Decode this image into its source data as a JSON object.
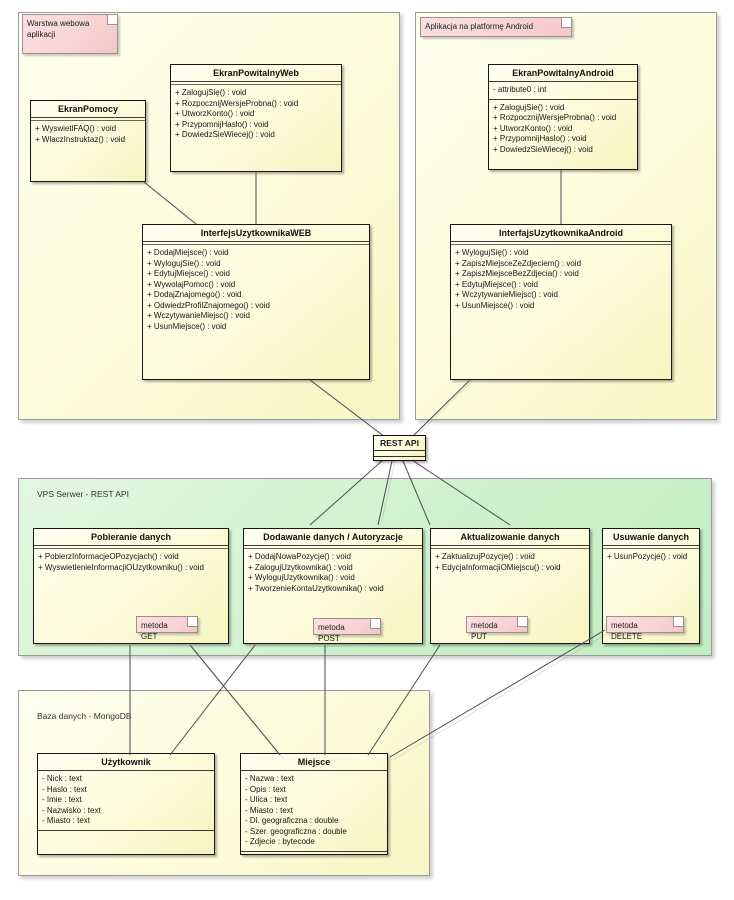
{
  "diagram": {
    "title": "UML Class Diagram",
    "colors": {
      "package_yellow": "#fbfbd8",
      "package_green": "#cdf0cb",
      "class_fill": "#fcfbd9",
      "note_fill": "#f8d3d3",
      "border": "#161616",
      "connector": "#4a4a52"
    }
  },
  "packages": {
    "web": {
      "label": "",
      "note": "Warstwa webowa\naplikacji",
      "note_line1": "Warstwa webowa",
      "note_line2": "aplikacji"
    },
    "android": {
      "label": "",
      "note": "Aplikacja na platformę Android"
    },
    "server": {
      "label": "VPS Serwer - REST API"
    },
    "database": {
      "label": "Baza danych - MongoDB"
    }
  },
  "nodes": {
    "rest_api": {
      "title": "REST API"
    }
  },
  "classes": [
    {
      "id": "ekran-pomocy",
      "title": "EkranPomocy",
      "attributes": [],
      "operations": [
        "+ WyswietlFAQ() : void",
        "+ WlaczInstruktaz() : void"
      ]
    },
    {
      "id": "ekran-powitalny-web",
      "title": "EkranPowitalnyWeb",
      "attributes": [],
      "operations": [
        "+ ZalogujSię() : void",
        "+ RozpocznijWersjeProbna() : void",
        "+ UtworzKonto() : void",
        "+ PrzypomnijHaslo() : void",
        "+ DowiedzSieWiecej() : void"
      ]
    },
    {
      "id": "ekran-powitalny-android",
      "title": "EkranPowitalnyAndroid",
      "attributes": [
        "- attribute0 : int"
      ],
      "operations": [
        "+ ZalogujSie() : void",
        "+ RozpocznijWersjeProbna() : void",
        "+ UtworzKonto() : void",
        "+ PrzypomnijHaslo() : void",
        "+ DowiedzSieWiecej() : void"
      ]
    },
    {
      "id": "interfejs-uzytkownika-web",
      "title": "InterfejsUzytkownikaWEB",
      "attributes": [],
      "operations": [
        "+ DodajMiejsce() : void",
        "+ WylogujSie() : void",
        "+ EdytujMiejsce() : void",
        "+ WywolajPomoc() : void",
        "+ DodajZnajomego() : void",
        "+ OdwiedzProfilZnajomego() : void",
        "+ WczytywanieMiejsc() : void",
        "+ UsunMiejsce() : void"
      ]
    },
    {
      "id": "interfejs-uzytkownika-android",
      "title": "InterfajsUzytkownikaAndroid",
      "attributes": [],
      "operations": [
        "+ WylogujSię() : void",
        "+ ZapiszMiejsceZeZdjeciem() : void",
        "+ ZapiszMiejsceBezZdjecia() : void",
        "+ EdytujMiejsce() : void",
        "+ WczytywanieMiejsc() : void",
        "+ UsunMiejsce() : void"
      ]
    },
    {
      "id": "pobieranie-danych",
      "title": "Pobieranie danych",
      "attributes": [],
      "operations": [
        "+ PobierzInformacjeOPozycjach() : void",
        "+ WyswietlenieInformacjiOUzytkowniku() : void"
      ],
      "note": "metoda GET"
    },
    {
      "id": "dodawanie-danych-autoryzacje",
      "title": "Dodawanie danych / Autoryzacje",
      "attributes": [],
      "operations": [
        "+ DodajNowaPozycje() : void",
        "+ ZalogujUzytkownika() : void",
        "+ WylogujUzytkownika() : void",
        "+ TworzenieKontaUzytkownika() : void"
      ],
      "note": "metoda POST"
    },
    {
      "id": "aktualizowanie-danych",
      "title": "Aktualizowanie danych",
      "attributes": [],
      "operations": [
        "+ ZaktualizujPozycje() : void",
        "+ EdycjaInformacjiOMiejscu() : void"
      ],
      "note": "metoda PUT"
    },
    {
      "id": "usuwanie-danych",
      "title": "Usuwanie danych",
      "attributes": [],
      "operations": [
        "+ UsunPozycje() : void"
      ],
      "note": "metoda DELETE"
    },
    {
      "id": "uzytkownik",
      "title": "Użytkownik",
      "attributes": [
        "- Nick : text",
        "- Haslo : text",
        "- Imie : text",
        "- Nazwisko : text",
        "- Miasto : text"
      ],
      "operations": []
    },
    {
      "id": "miejsce",
      "title": "Miejsce",
      "attributes": [
        "- Nazwa : text",
        "- Opis : text",
        "- Ulica : text",
        "- Miasto : text",
        "- Dl. geograficzna : double",
        "- Szer. geograficzna : double",
        "- Zdjecie : bytecode"
      ],
      "operations": []
    }
  ],
  "notes": {
    "get": "metoda GET",
    "post": "metoda POST",
    "put": "metoda PUT",
    "delete": "metoda DELETE"
  }
}
